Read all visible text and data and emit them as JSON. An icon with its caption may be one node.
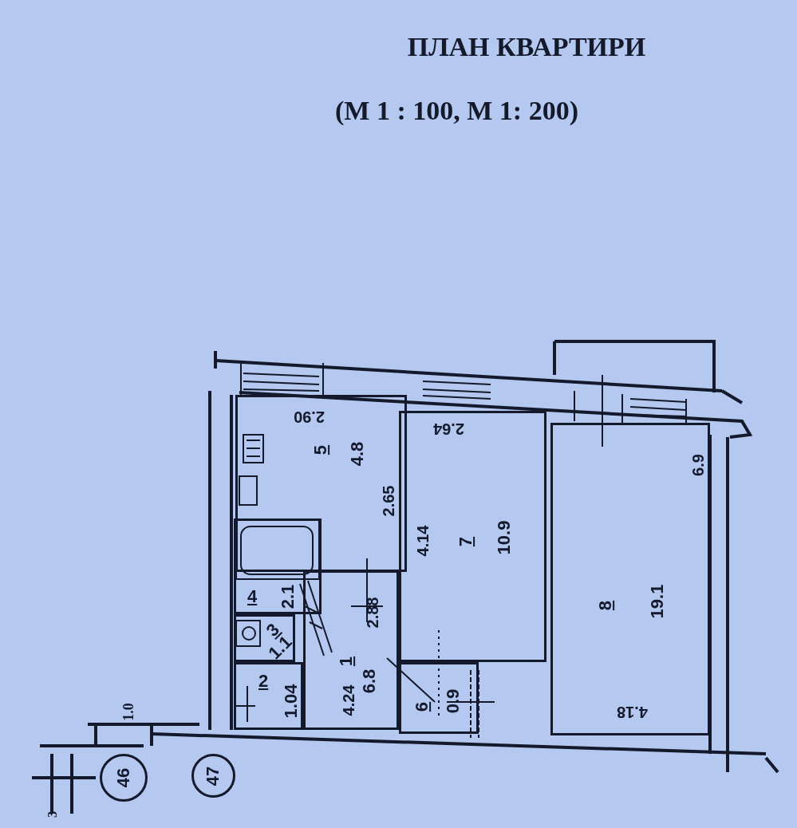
{
  "diagram": {
    "title": "ПЛАН КВАРТИРИ",
    "nodes": [
      {
        "text": [
          "2.90",
          "5",
          "4.8",
          "2.65"
        ]
      },
      {
        "text": [
          "2.64",
          "7",
          "10.9",
          "4.14"
        ]
      },
      {
        "text": [
          "8",
          "19.1",
          "6.9",
          "4.18"
        ]
      },
      {
        "text": [
          "4",
          "2.1"
        ]
      },
      {
        "text": [
          "3",
          "1.1"
        ]
      },
      {
        "text": [
          "1",
          "6.8",
          "2.88",
          "4.24"
        ]
      },
      {
        "text": [
          "2",
          "1.04"
        ]
      },
      {
        "text": [
          "6",
          "0.9"
        ]
      },
      {
        "text": [
          "46"
        ]
      },
      {
        "text": [
          "47"
        ]
      }
    ],
    "labels": [
      "(М 1 : 100,   М 1: 200)",
      "1.0",
      "3"
    ]
  }
}
